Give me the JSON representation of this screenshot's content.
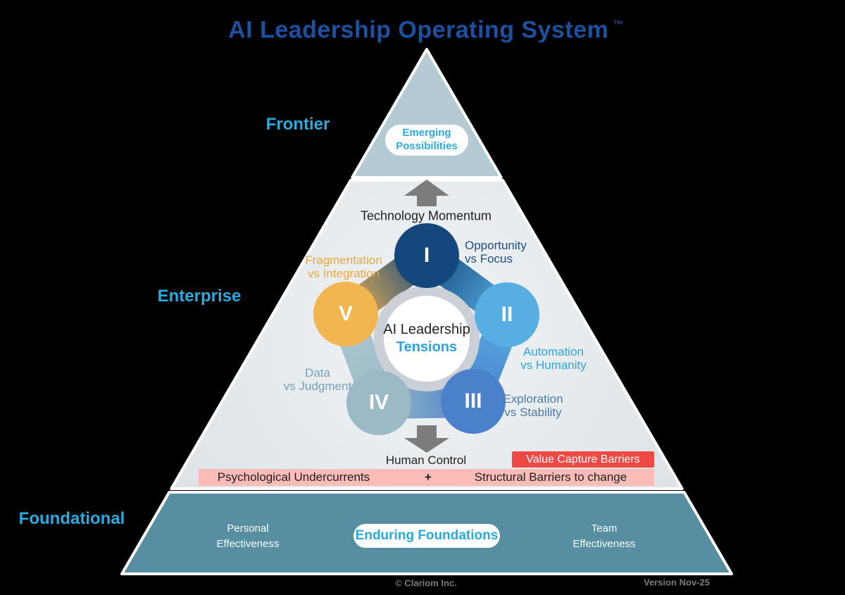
{
  "title": {
    "text": "AI Leadership Operating System",
    "trademark": "™"
  },
  "tiers": {
    "frontier": {
      "label": "Frontier",
      "pill_line1": "Emerging",
      "pill_line2": "Possibilities",
      "color": "#B5CBD4"
    },
    "enterprise": {
      "label": "Enterprise",
      "color": "#E8ECEF"
    },
    "foundational": {
      "label": "Foundational",
      "color": "#578EA1"
    }
  },
  "tensions": {
    "center_line1": "AI Leadership",
    "center_line2": "Tensions",
    "top_arrow_label": "Technology Momentum",
    "bottom_arrow_label": "Human Control",
    "nodes": [
      {
        "numeral": "I",
        "color": "#14487D",
        "label_line1": "Opportunity",
        "label_line2": "vs Focus",
        "label_color": "#1B4E86"
      },
      {
        "numeral": "II",
        "color": "#57AEE2",
        "label_line1": "Automation",
        "label_line2": "vs Humanity",
        "label_color": "#2CA6E0"
      },
      {
        "numeral": "III",
        "color": "#4B80CB",
        "label_line1": "Exploration",
        "label_line2": "vs Stability",
        "label_color": "#4E7CA7"
      },
      {
        "numeral": "IV",
        "color": "#9BBAC6",
        "label_line1": "Data",
        "label_line2": "vs Judgment",
        "label_color": "#78A1B6"
      },
      {
        "numeral": "V",
        "color": "#F3B54F",
        "label_line1": "Fragmentation",
        "label_line2": "vs Integration",
        "label_color": "#F0A63C"
      }
    ]
  },
  "barriers": {
    "value_capture": "Value Capture Barriers",
    "left": "Psychological Undercurrents",
    "plus": "+",
    "right": "Structural Barriers to change",
    "value_capture_bg": "#EF4946",
    "strip_bg": "#FBBCB7"
  },
  "foundation": {
    "personal_line1": "Personal",
    "personal_line2": "Effectiveness",
    "pill": "Enduring Foundations",
    "team_line1": "Team",
    "team_line2": "Effectiveness"
  },
  "footer": {
    "copyright": "© Clariom Inc.",
    "version": "Version Nov-25"
  },
  "colors": {
    "title": "#1B51A2",
    "tier_label_cyan": "#29ABE2",
    "arrow_gray": "#7C7C7C",
    "ring_gray": "#CBD0D6",
    "pyramid_outline": "#FFFFFF"
  }
}
